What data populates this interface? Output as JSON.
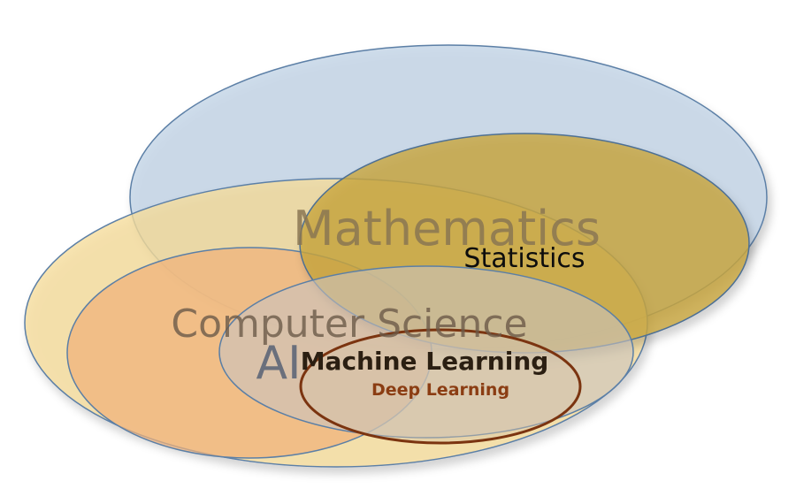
{
  "regions": [
    {
      "id": "mathematics",
      "label": "Mathematics",
      "fill": "#c6d6e8",
      "stroke": "#5b7fa6",
      "text_color": "#8a7552"
    },
    {
      "id": "computer-science",
      "label": "Computer Science",
      "fill": "#f6dd9b",
      "stroke": "#5b7fa6",
      "text_color": "#6b5a49"
    },
    {
      "id": "ai",
      "label": "AI",
      "fill": "#f0b27a",
      "stroke": "#5b7fa6",
      "text_color": "#5d6677"
    },
    {
      "id": "statistics",
      "label": "Statistics",
      "fill": "#c9a640",
      "stroke": "#4d6f94",
      "text_color": "#0d0d0d"
    },
    {
      "id": "machine-learning",
      "label": "Machine Learning",
      "fill": "#c9c4bf",
      "stroke": "#5b7fa6",
      "text_color": "#2b1f12"
    },
    {
      "id": "deep-learning",
      "label": "Deep Learning",
      "fill": "#d8c3a6",
      "stroke": "#7b3410",
      "text_color": "#8b3d13"
    }
  ]
}
